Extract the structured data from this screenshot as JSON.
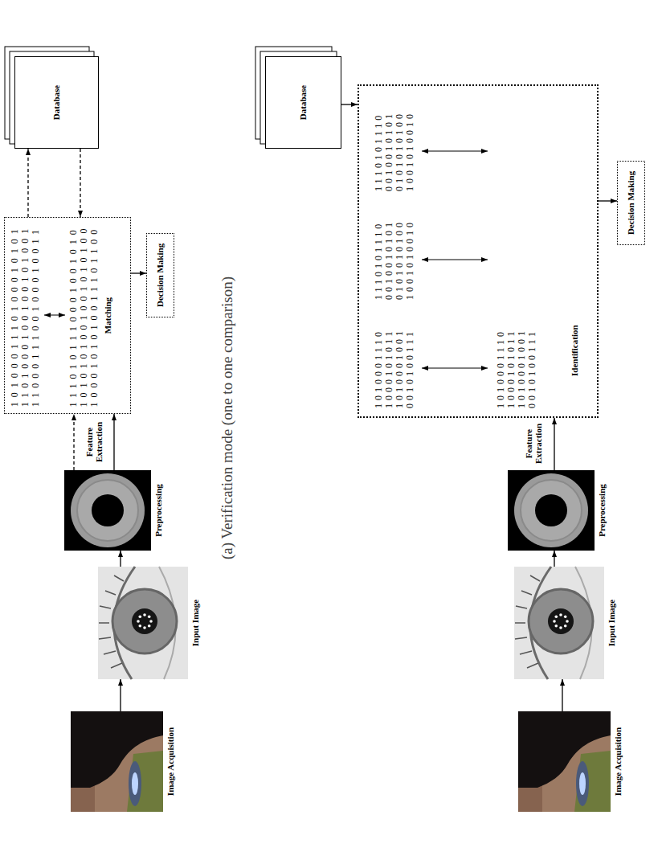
{
  "diagram": {
    "caption": "(a) Verification mode (one to one comparison)",
    "nodes": [
      {
        "text": [
          "Image Acquisition"
        ]
      },
      {
        "text": [
          "Input Image"
        ]
      },
      {
        "text": [
          "Preprocessing"
        ]
      },
      {
        "text": [
          "Database"
        ]
      },
      {
        "text": [
          "1010001110100010101 1101000100100101001 1100011100100010011",
          "1110101110001001010 1010101001001010100 1000101010011101100",
          "Matching"
        ]
      },
      {
        "text": [
          "Decision Making"
        ]
      },
      {
        "text": [
          "Image Acquisition"
        ]
      },
      {
        "text": [
          "Input Image"
        ]
      },
      {
        "text": [
          "Preprocessing"
        ]
      },
      {
        "text": [
          "Database"
        ]
      },
      {
        "text": [
          "1010001110 1000101011 1010001001 0010100111",
          "1110101110 0010010101 0101010100 1001010010",
          "1110101110 0010010101 0101010100 1001010010",
          "1010001110 1000101011 1010001001 0010100111",
          "Identification"
        ]
      },
      {
        "text": [
          "Decision Making"
        ]
      }
    ],
    "edges": [
      {
        "from": 0,
        "to": 1,
        "arrow": "to"
      },
      {
        "from": 1,
        "to": 2,
        "arrow": "to"
      },
      {
        "from": 2,
        "to": 4,
        "arrow": "to"
      },
      {
        "from": 2,
        "to": 4,
        "label": "Feature Extraction",
        "arrow": "to"
      },
      {
        "from": 4,
        "to": 3,
        "arrow": "to"
      },
      {
        "from": 3,
        "to": 4,
        "arrow": "to"
      },
      {
        "from": 4,
        "to": 5,
        "arrow": "to"
      },
      {
        "from": 6,
        "to": 7,
        "arrow": "to"
      },
      {
        "from": 7,
        "to": 8,
        "arrow": "to"
      },
      {
        "from": 8,
        "to": 10,
        "label": "Feature Extraction",
        "arrow": "to"
      },
      {
        "from": 9,
        "to": 10,
        "arrow": "to"
      },
      {
        "from": 10,
        "to": 11,
        "arrow": "to"
      }
    ]
  }
}
